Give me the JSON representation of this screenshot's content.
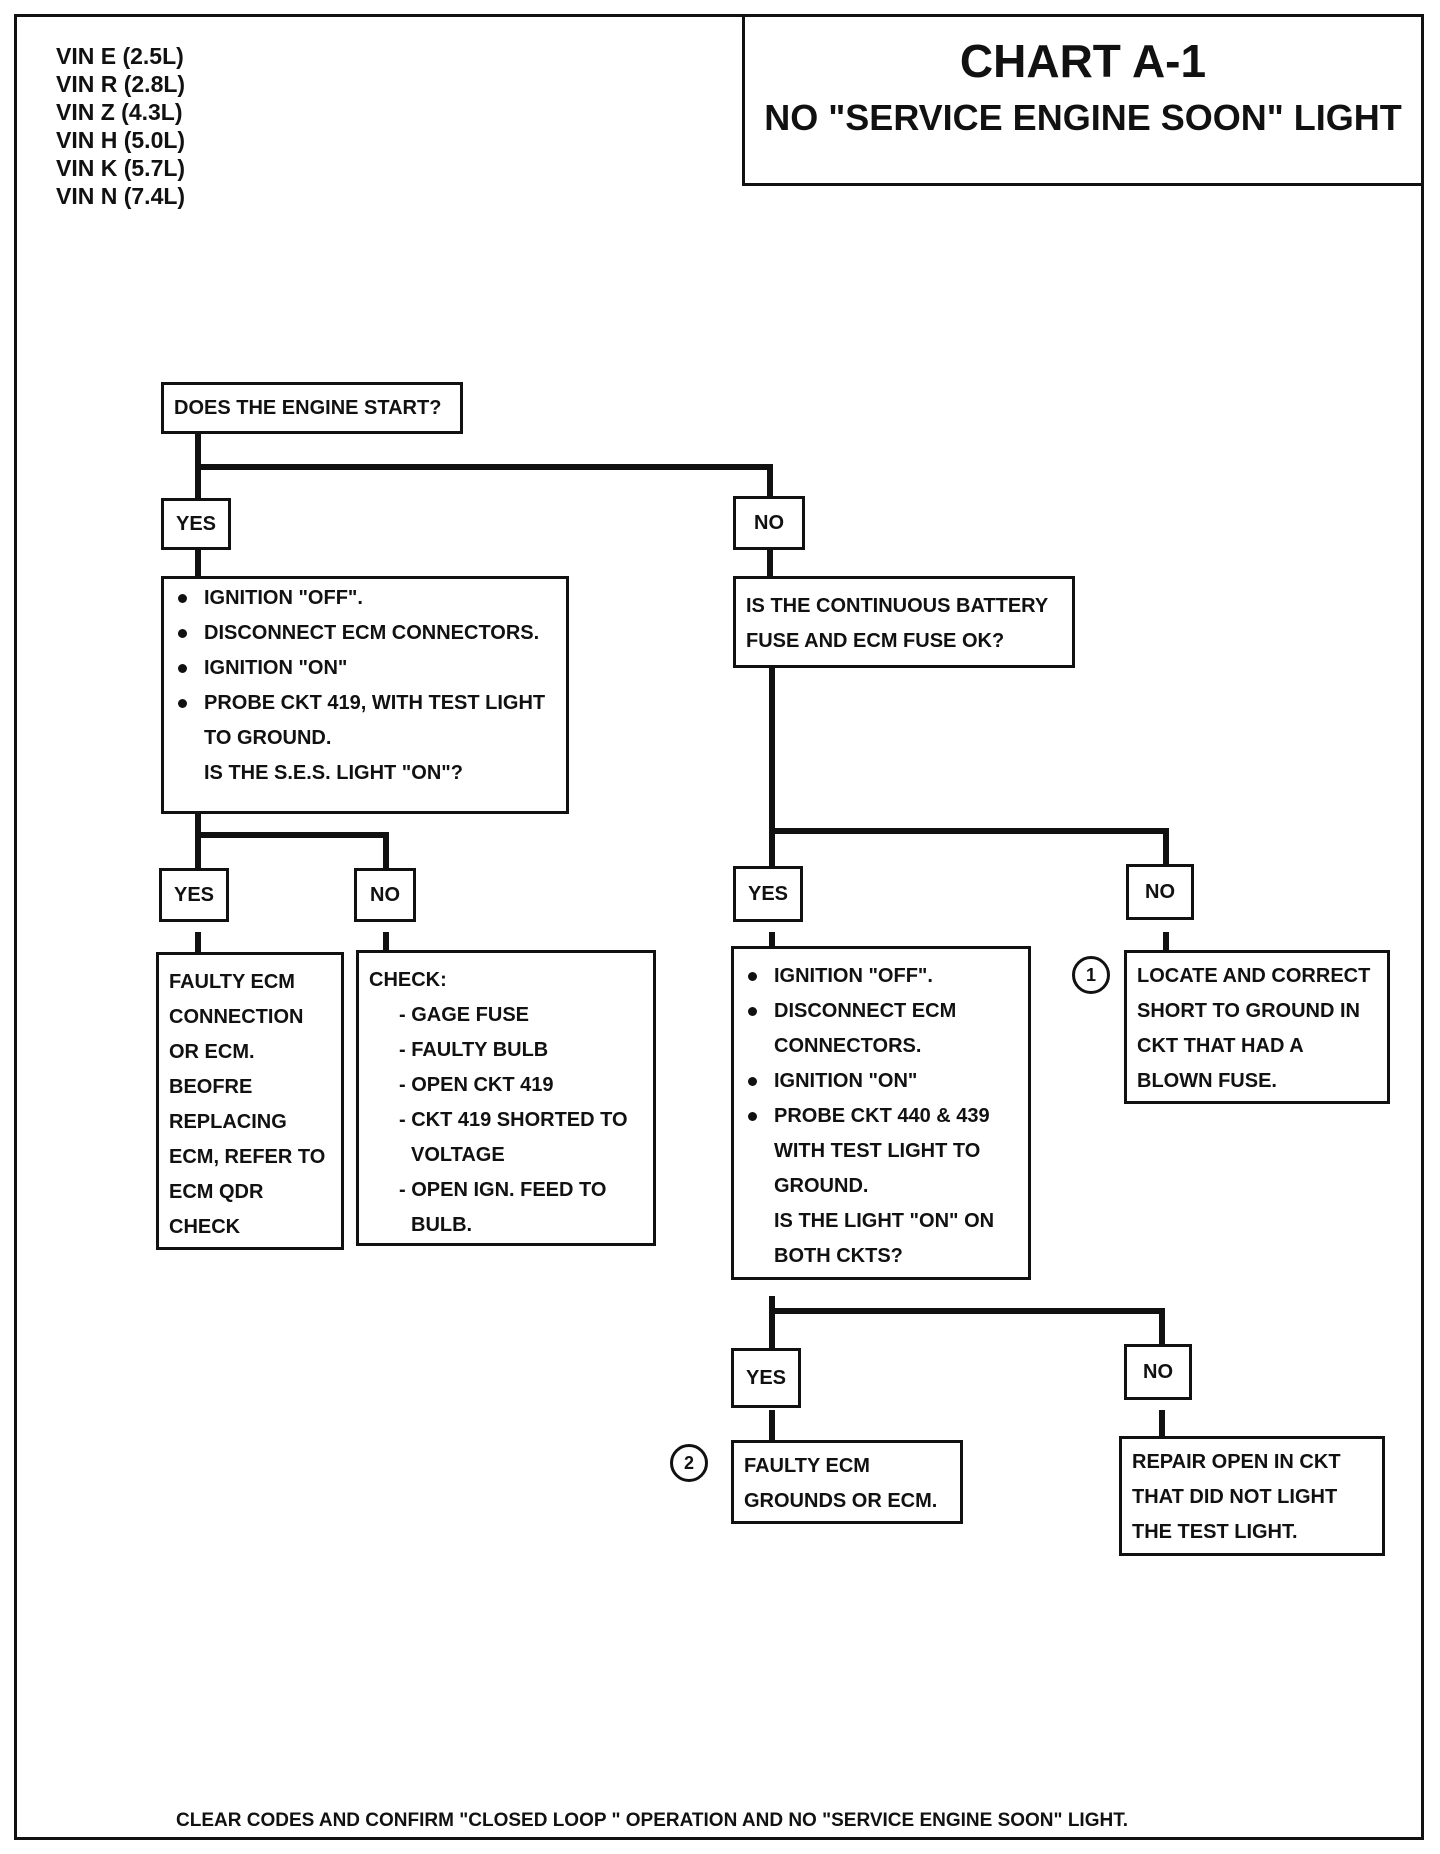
{
  "vins": [
    "VIN E (2.5L)",
    "VIN R (2.8L)",
    "VIN Z (4.3L)",
    "VIN H (5.0L)",
    "VIN K (5.7L)",
    "VIN N (7.4L)"
  ],
  "title": {
    "main": "CHART A-1",
    "sub": "NO \"SERVICE ENGINE SOON\" LIGHT"
  },
  "labels": {
    "yes": "YES",
    "no": "NO"
  },
  "start_question": "DOES THE ENGINE START?",
  "ecm_check": {
    "items": [
      "IGNITION \"OFF\".",
      "DISCONNECT ECM CONNECTORS.",
      "IGNITION \"ON\"",
      "PROBE CKT 419, WITH TEST LIGHT"
    ],
    "cont": "TO GROUND.",
    "question": "IS THE S.E.S. LIGHT \"ON\"?"
  },
  "fuse_question": {
    "line1": "IS THE CONTINUOUS BATTERY",
    "line2": "FUSE  AND ECM FUSE OK?"
  },
  "faulty_ecm_connection": [
    "FAULTY ECM",
    "CONNECTION",
    "OR ECM.",
    "BEOFRE",
    "REPLACING",
    "ECM, REFER TO",
    "ECM QDR",
    "CHECK"
  ],
  "check_box": {
    "heading": "CHECK:",
    "items": [
      "- GAGE FUSE",
      "- FAULTY BULB",
      "- OPEN CKT 419",
      "- CKT 419 SHORTED TO"
    ],
    "item_cont": "VOLTAGE",
    "item_last": "- OPEN IGN. FEED TO",
    "item_last_cont": "BULB."
  },
  "probe_box": {
    "items": [
      "IGNITION \"OFF\".",
      "DISCONNECT ECM"
    ],
    "cont1": "CONNECTORS.",
    "items2": [
      "IGNITION \"ON\"",
      "PROBE CKT 440 & 439"
    ],
    "cont2": "WITH TEST LIGHT TO",
    "cont3": "GROUND.",
    "question1": "IS THE LIGHT \"ON\" ON",
    "question2": "BOTH CKTS?"
  },
  "short_box": [
    "LOCATE  AND CORRECT",
    "SHORT TO GROUND IN",
    "CKT THAT HAD A",
    "BLOWN FUSE."
  ],
  "faulty_grounds": [
    "FAULTY ECM",
    "GROUNDS OR ECM."
  ],
  "repair_box": [
    "REPAIR OPEN IN CKT",
    "THAT DID NOT LIGHT",
    "THE TEST LIGHT."
  ],
  "markers": {
    "one": "1",
    "two": "2"
  },
  "footer": "CLEAR CODES AND CONFIRM \"CLOSED LOOP \" OPERATION AND NO \"SERVICE ENGINE SOON\" LIGHT."
}
